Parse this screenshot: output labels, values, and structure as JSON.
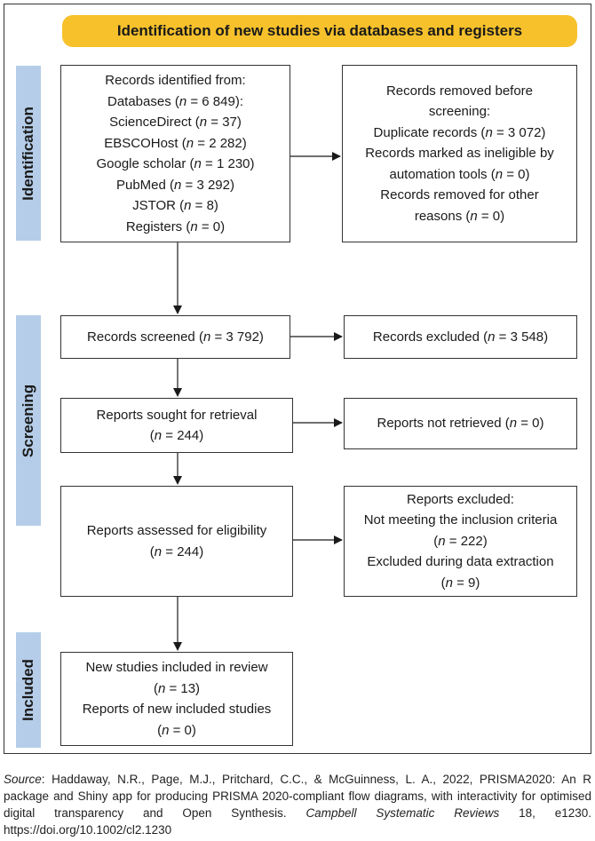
{
  "banner": "Identification of new studies via databases and registers",
  "phases": {
    "identification": "Identification",
    "screening": "Screening",
    "included": "Included"
  },
  "n_label": "n",
  "boxes": {
    "identified": {
      "header": "Records identified from:",
      "lines": [
        {
          "pre": "Databases (",
          "post": " = 6 849):"
        },
        {
          "pre": "ScienceDirect (",
          "post": " = 37)"
        },
        {
          "pre": "EBSCOHost (",
          "post": " = 2 282)"
        },
        {
          "pre": "Google scholar (",
          "post": " = 1 230)"
        },
        {
          "pre": "PubMed (",
          "post": " = 3 292)"
        },
        {
          "pre": "JSTOR (",
          "post": " = 8)"
        },
        {
          "pre": "Registers (",
          "post": " = 0)"
        }
      ]
    },
    "removed": {
      "l1": "Records removed before",
      "l2": "screening:",
      "l3_pre": "Duplicate records (",
      "l3_post": " = 3 072)",
      "l4": "Records marked as ineligible by",
      "l5_pre": "automation tools (",
      "l5_post": " = 0)",
      "l6": "Records removed for other",
      "l7_pre": "reasons (",
      "l7_post": " = 0)"
    },
    "screened": {
      "pre": "Records screened (",
      "post": " = 3 792)"
    },
    "excluded": {
      "pre": "Records excluded (",
      "post": " = 3 548)"
    },
    "sought": {
      "l1": "Reports sought for retrieval",
      "l2_pre": "(",
      "l2_post": " = 244)"
    },
    "not_retrieved": {
      "pre": "Reports not retrieved (",
      "post": " = 0)"
    },
    "assessed": {
      "l1": "Reports assessed for eligibility",
      "l2_pre": "(",
      "l2_post": " = 244)"
    },
    "reports_excluded": {
      "l1": "Reports excluded:",
      "l2": "Not meeting the inclusion criteria",
      "l3_pre": "(",
      "l3_post": " = 222)",
      "l4": "Excluded during data extraction",
      "l5_pre": "(",
      "l5_post": " = 9)"
    },
    "included": {
      "l1": "New studies included in review",
      "l2_pre": "(",
      "l2_post": " = 13)",
      "l3": "Reports of new included studies",
      "l4_pre": "(",
      "l4_post": " = 0)"
    }
  },
  "source": {
    "label": "Source",
    "text": ": Haddaway, N.R., Page, M.J., Pritchard, C.C., & McGuinness, L. A., 2022, PRISMA2020: An R package and Shiny app for producing PRISMA 2020-compliant flow diagrams, with interactivity for optimised digital transparency and Open Synthesis. ",
    "journal": "Campbell Systematic Reviews",
    "citation": " 18, e1230. https://doi.org/10.1002/cl2.1230"
  },
  "colors": {
    "banner": "#f6c12b",
    "phase_bar": "#b5cde8",
    "border": "#333333"
  }
}
